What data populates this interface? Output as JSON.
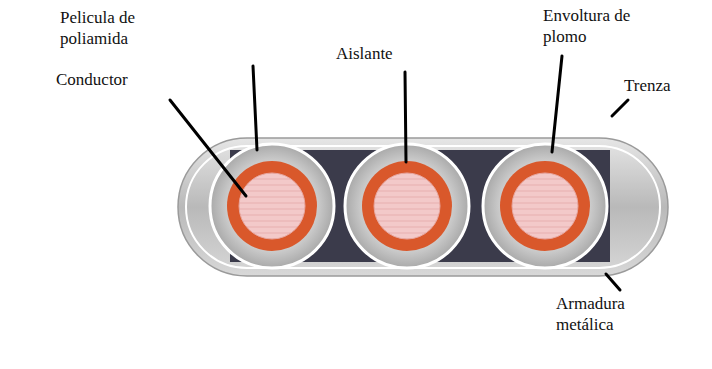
{
  "diagram": {
    "labels": [
      "Pelicula de poliamida",
      "Conductor",
      "Aislante",
      "Envoltura de plomo",
      "Trenza",
      "Armadura metálica"
    ]
  }
}
